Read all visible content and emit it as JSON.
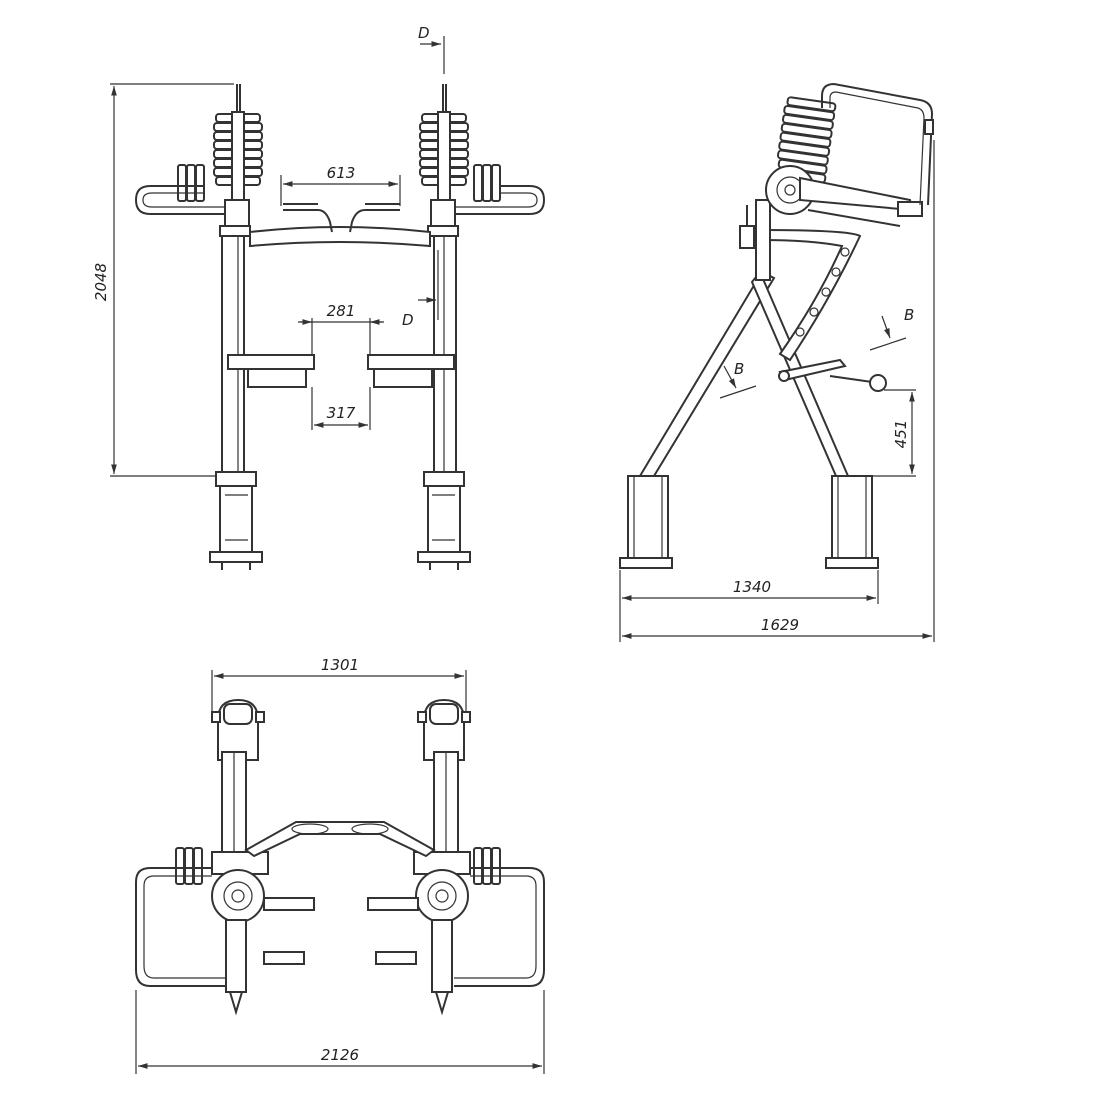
{
  "views": {
    "front": {
      "dimensions": {
        "overall_height": "2048",
        "handle_spacing": "613",
        "seat_gap_top": "281",
        "seat_gap_bottom": "317"
      },
      "detail_label": "D"
    },
    "side": {
      "dimensions": {
        "footprint_inner": "1340",
        "footprint_outer": "1629",
        "handle_height": "451"
      },
      "section_label": "B"
    },
    "top": {
      "dimensions": {
        "post_spacing": "1301",
        "overall_width": "2126"
      }
    }
  }
}
